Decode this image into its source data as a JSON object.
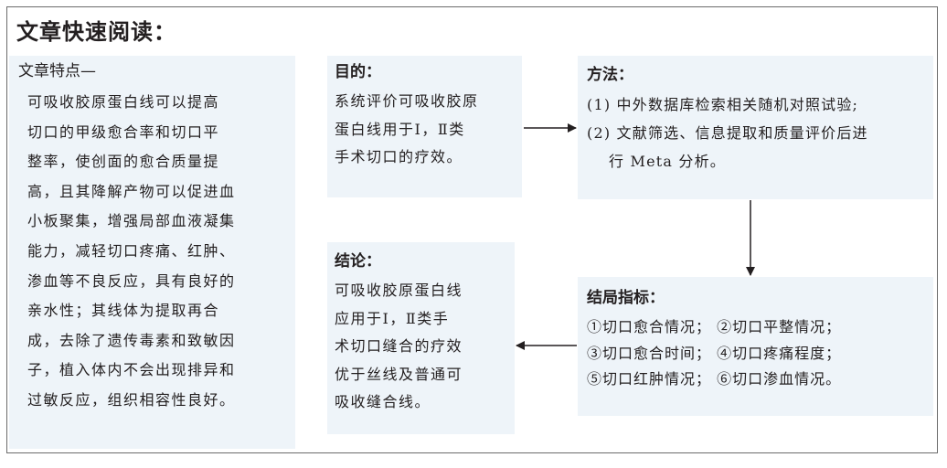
{
  "title": "文章快速阅读：",
  "features": {
    "title": "文章特点—",
    "lines": [
      "可吸收胶原蛋白线可以提高",
      "切口的甲级愈合率和切口平",
      "整率，使创面的愈合质量提",
      "高，且其降解产物可以促进血",
      "小板聚集，增强局部血液凝集",
      "能力，减轻切口疼痛、红肿、",
      "渗血等不良反应，具有良好的",
      "亲水性；其线体为提取再合",
      "成，去除了遗传毒素和致敏因",
      "子，植入体内不会出现排异和",
      "过敏反应，组织相容性良好。"
    ]
  },
  "objective": {
    "title": "目的：",
    "lines": [
      "系统评价可吸收胶原",
      "蛋白线用于Ⅰ，Ⅱ类",
      "手术切口的疗效。"
    ]
  },
  "methods": {
    "title": "方法：",
    "lines": [
      "(1) 中外数据库检索相关随机对照试验;",
      "(2) 文献筛选、信息提取和质量评价后进",
      "行 Meta 分析。"
    ]
  },
  "outcomes": {
    "title": "结局指标：",
    "lines": [
      "①切口愈合情况；  ②切口平整情况；",
      "③切口愈合时间；  ④切口疼痛程度；",
      "⑤切口红肿情况；  ⑥切口渗血情况。"
    ]
  },
  "conclusion": {
    "title": "结论：",
    "lines": [
      "可吸收胶原蛋白线",
      "应用于Ⅰ，Ⅱ类手",
      "术切口缝合的疗效",
      "优于丝线及普通可",
      "吸收缝合线。"
    ]
  },
  "colors": {
    "box_fill": "#eef4f9",
    "border": "#6b6b6b",
    "text": "#231f20"
  }
}
